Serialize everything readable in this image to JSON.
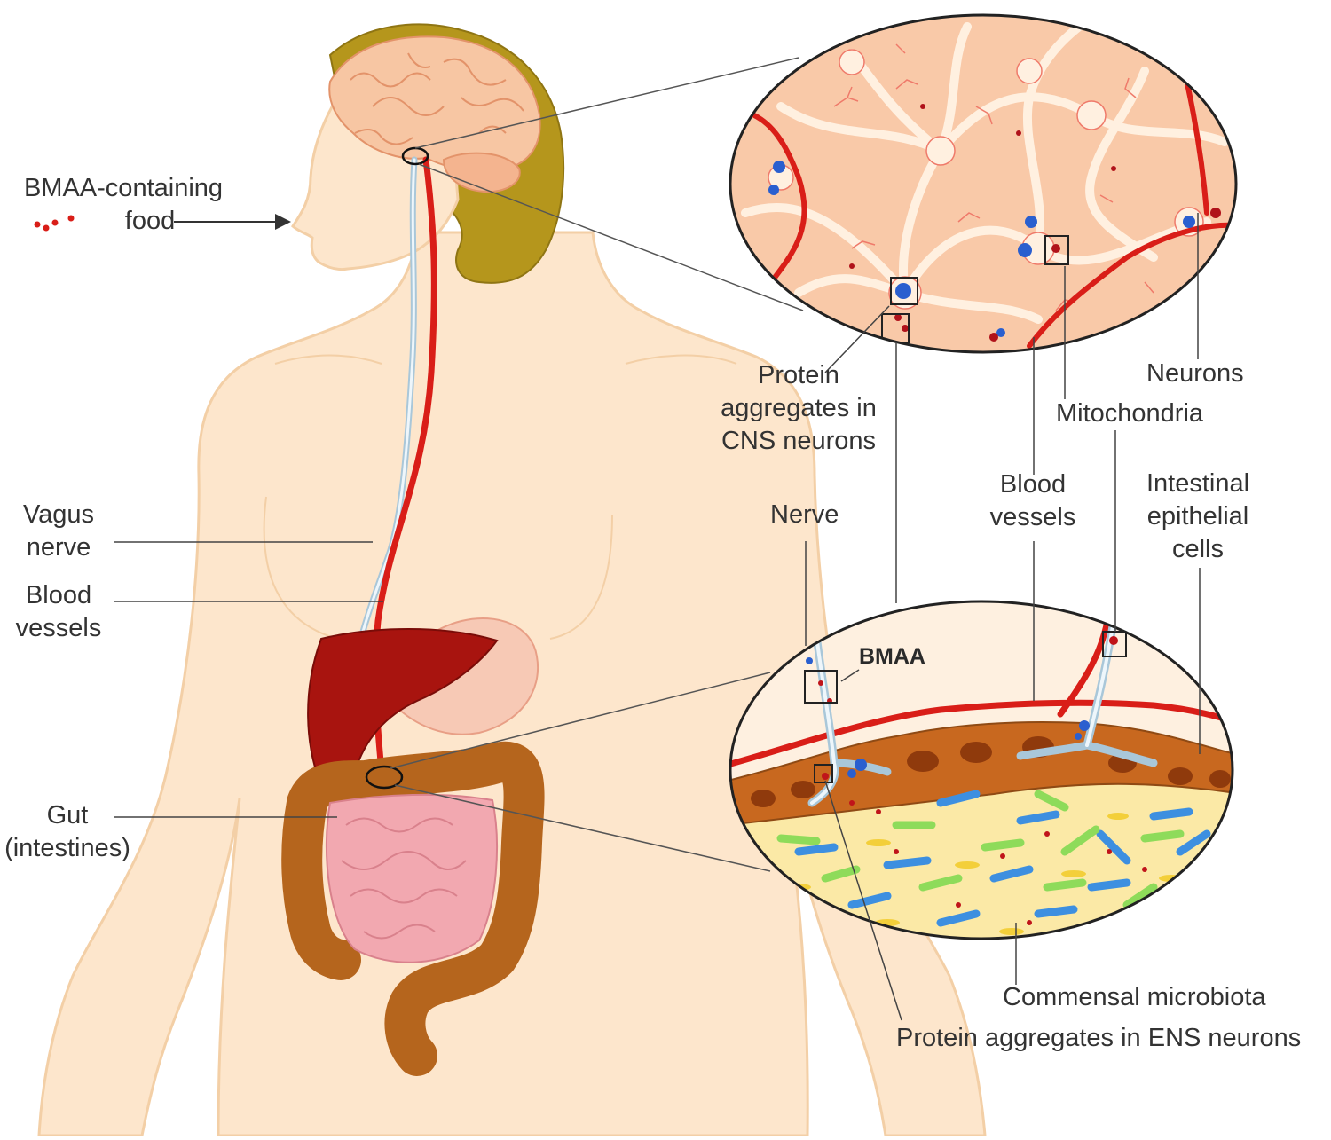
{
  "labels": {
    "bmaa_food_line1": "BMAA-containing",
    "bmaa_food_line2": "food",
    "vagus_nerve_line1": "Vagus",
    "vagus_nerve_line2": "nerve",
    "blood_vessels_left_line1": "Blood",
    "blood_vessels_left_line2": "vessels",
    "gut_line1": "Gut",
    "gut_line2": "(intestines)",
    "protein_cns_line1": "Protein",
    "protein_cns_line2": "aggregates in",
    "protein_cns_line3": "CNS neurons",
    "neurons": "Neurons",
    "mitochondria": "Mitochondria",
    "blood_vessels_right_line1": "Blood",
    "blood_vessels_right_line2": "vessels",
    "intestinal_line1": "Intestinal",
    "intestinal_line2": "epithelial",
    "intestinal_line3": "cells",
    "nerve": "Nerve",
    "bmaa": "BMAA",
    "commensal_microbiota": "Commensal microbiota",
    "protein_ens": "Protein aggregates in ENS neurons"
  },
  "colors": {
    "skin": "#fde6cc",
    "skin_outline": "#f3cfa6",
    "hair": "#b5961c",
    "brain": "#f7c6a3",
    "artery": "#d91e18",
    "vagus_nerve": "#cfe3ef",
    "liver": "#a8140f",
    "stomach": "#f7c9b5",
    "small_intestine": "#f2a8b0",
    "large_intestine": "#b5651d",
    "cns_background": "#f9c9a8",
    "neuron": "#fff0e0",
    "protein_aggregate": "#2a5fcf",
    "microbiota_blue": "#3d8fe0",
    "microbiota_green": "#8edb5a",
    "microbiota_yellow": "#f3cf3a"
  }
}
